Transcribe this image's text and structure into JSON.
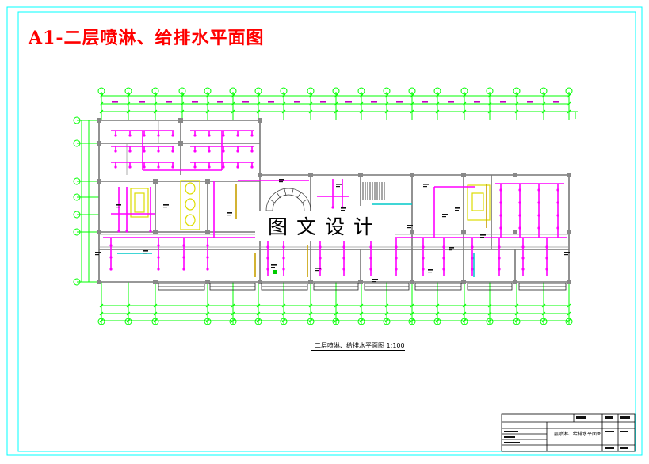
{
  "sheet_title": "A1-二层喷淋、给排水平面图",
  "drawing_caption": "二层喷淋、给排水平面图   1:100",
  "watermark_text": "图文设计",
  "titleblock": {
    "drawing_name": "二层喷淋、给排水平面图"
  },
  "colors": {
    "frame": "#00ffff",
    "walls": "#777777",
    "pipes": "#ff00ff",
    "sprinklers": "#ff00ff",
    "dimensions": "#00ff00",
    "fixtures": "#ffff00",
    "title": "#ff0000"
  }
}
